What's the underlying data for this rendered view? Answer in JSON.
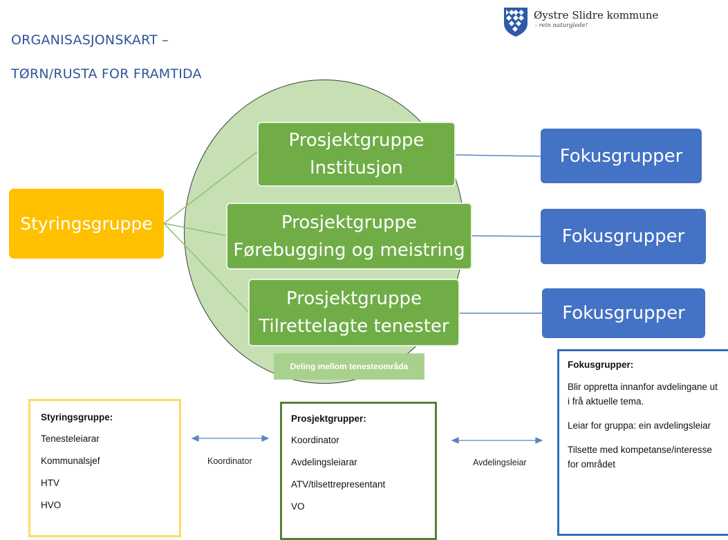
{
  "title": {
    "line1": "ORGANISASJONSKART –",
    "line2": "TØRN/RUSTA FOR FRAMTIDA"
  },
  "logo": {
    "name": "Øystre Slidre kommune",
    "tagline": "- rein naturglede!"
  },
  "styringsgruppe_box": "Styringsgruppe",
  "prosjektgrupper": [
    {
      "line1": "Prosjektgruppe",
      "line2": "Institusjon"
    },
    {
      "line1": "Prosjektgruppe",
      "line2": "Førebugging og meistring"
    },
    {
      "line1": "Prosjektgruppe",
      "line2": "Tilrettelagte tenester"
    }
  ],
  "fokusgrupper": [
    "Fokusgrupper",
    "Fokusgrupper",
    "Fokusgrupper"
  ],
  "deling": "Deling mellom tenesteområda",
  "styringsgruppe_card": {
    "heading": "Styringsgruppe:",
    "items": [
      "Tenesteleiarar",
      "Kommunalsjef",
      "HTV",
      "HVO"
    ]
  },
  "prosjektgrupper_card": {
    "heading": "Prosjektgrupper:",
    "items": [
      "Koordinator",
      "Avdelingsleiarar",
      "ATV/tilsettrepresentant",
      "VO"
    ]
  },
  "fokusgrupper_card": {
    "heading": "Fokusgrupper:",
    "paragraphs": [
      "Blir oppretta innanfor avdelingane ut i frå aktuelle tema.",
      "Leiar for gruppa: ein avdelingsleiar",
      "Tilsette med kompetanse/interesse for området"
    ]
  },
  "arrows": {
    "left_label": "Koordinator",
    "right_label": "Avdelingsleiar"
  },
  "colors": {
    "title": "#2f5597",
    "styring": "#ffc000",
    "prosjekt": "#70ad47",
    "circle": "#c6e0b4",
    "fokus": "#4472c4",
    "connector_green": "#8fbf6e",
    "connector_blue": "#5b84c4"
  }
}
